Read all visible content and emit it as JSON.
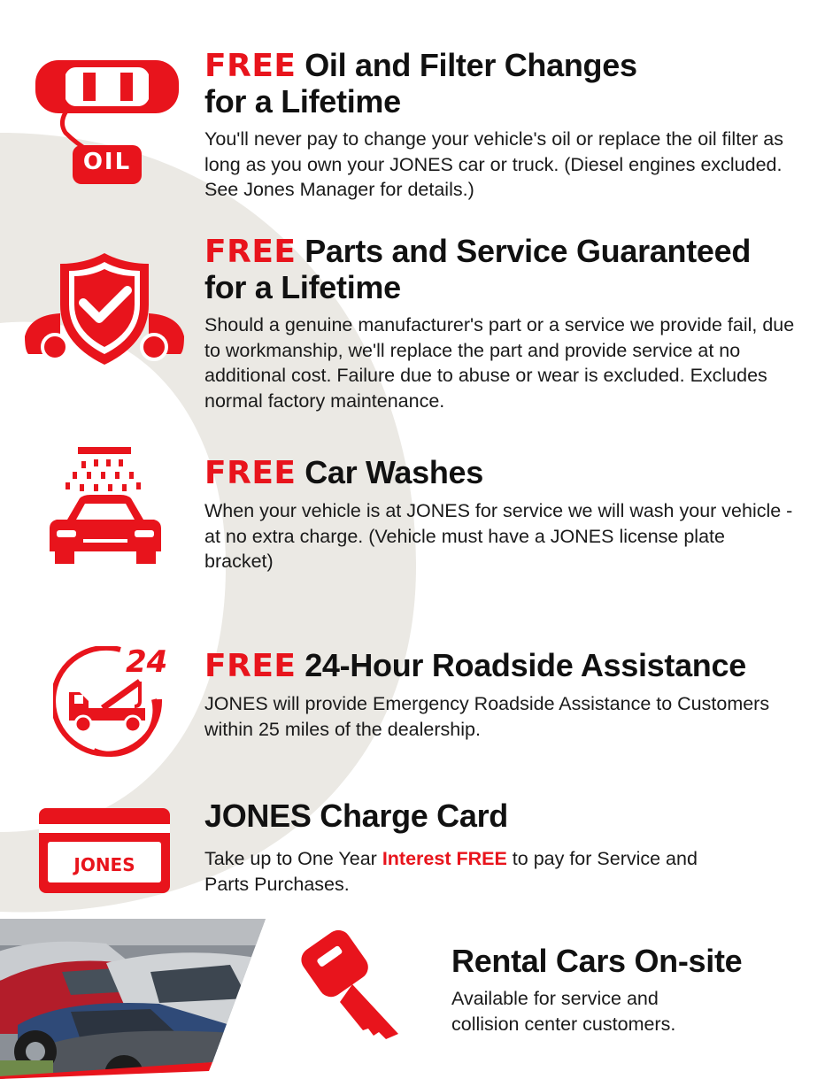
{
  "features": [
    {
      "free": "FREE",
      "title": "Oil and Filter Changes",
      "title2": "for a Lifetime",
      "desc": "You'll never pay to change your vehicle's oil or replace the oil filter as long as you own your JONES car or truck. (Diesel engines excluded. See Jones Manager for details.)",
      "icon_label": "OIL",
      "icon": "car-oil-icon"
    },
    {
      "free": "FREE",
      "title": "Parts and Service Guaranteed",
      "title2": "for a Lifetime",
      "desc": "Should a genuine manufacturer's part or a service we provide fail, due to workmanship, we'll replace the part and provide service at no additional cost. Failure due to abuse or wear is excluded. Excludes normal factory maintenance.",
      "icon": "shield-car-icon"
    },
    {
      "free": "FREE",
      "title": "Car Washes",
      "desc": "When your vehicle is at JONES for service we will wash your vehicle - at no extra charge. (Vehicle must have a JONES license plate bracket)",
      "icon": "car-wash-icon"
    },
    {
      "free": "FREE",
      "title": "24-Hour Roadside Assistance",
      "desc": "JONES will provide Emergency Roadside Assistance to Customers within 25 miles of the dealership.",
      "icon_label": "24",
      "icon": "tow-truck-icon"
    },
    {
      "title": "JONES Charge Card",
      "desc_before": "Take up to One Year ",
      "desc_highlight": "Interest FREE",
      "desc_after": " to pay for Service and Parts Purchases.",
      "icon_label": "JONES",
      "icon": "charge-card-icon"
    },
    {
      "title": "Rental Cars On-site",
      "desc": "Available for service and collision center customers.",
      "icon": "car-key-icon"
    }
  ],
  "colors": {
    "accent": "#e8141c",
    "arc": "#ebe9e4",
    "text": "#111111"
  }
}
